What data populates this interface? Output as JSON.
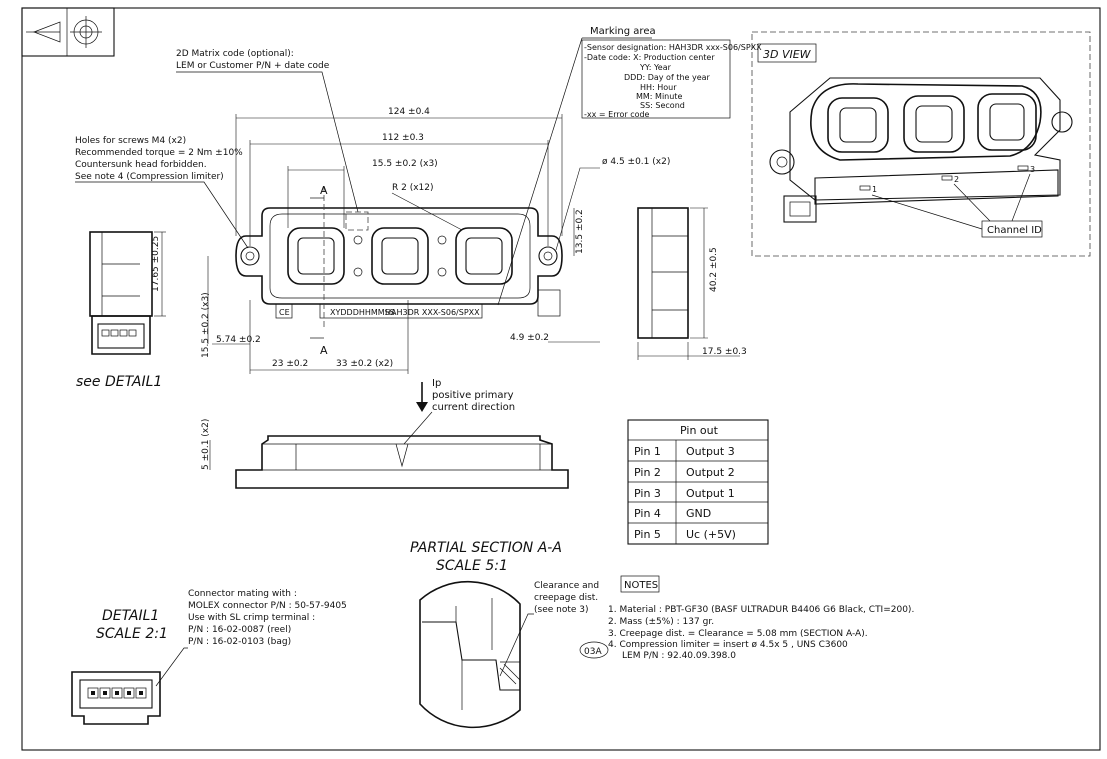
{
  "labels": {
    "matrix_code_1": "2D Matrix code (optional):",
    "matrix_code_2": "LEM or Customer P/N + date code",
    "holes_1": "Holes for screws M4 (x2)",
    "holes_2": "Recommended torque = 2 Nm ±10%",
    "holes_3": "Countersunk head forbidden.",
    "holes_4": "See note 4 (Compression limiter)",
    "marking_area": "Marking area",
    "view_3d": "3D VIEW",
    "channel_id": "Channel ID",
    "see_detail": "see DETAIL1",
    "ip": "Ip",
    "positive_primary": "positive primary",
    "current_direction": "current direction",
    "section_title_1": "PARTIAL SECTION A-A",
    "section_title_2": "SCALE 5:1",
    "detail_title_1": "DETAIL1",
    "detail_title_2": "SCALE 2:1",
    "clearance_1": "Clearance and",
    "clearance_2": "creepage dist.",
    "clearance_3": "(see note 3)",
    "section_marker": "A",
    "ce_mark": "CE",
    "rev_tag": "03A",
    "part_marking": "HAH3DR XXX-S06/SPXX",
    "date_marking": "XYDDDHHMMSS"
  },
  "marking_lines": [
    "-Sensor designation: HAH3DR xxx-S06/SPXX",
    "-Date code:  X: Production center",
    "YY: Year",
    "DDD: Day of the year",
    "HH: Hour",
    "MM: Minute",
    "SS: Second",
    "-xx = Error code"
  ],
  "connector_lines": [
    "Connector mating with :",
    "MOLEX connector P/N : 50-57-9405",
    "Use with SL crimp terminal :",
    "P/N : 16-02-0087 (reel)",
    "P/N : 16-02-0103 (bag)"
  ],
  "dimensions": {
    "d124": "124 ±0.4",
    "d112": "112 ±0.3",
    "d155": "15.5 ±0.2 (x3)",
    "r2": "R 2 (x12)",
    "d45": "ø 4.5 ±0.1 (x2)",
    "d135": "13.5 ±0.2",
    "d1765": "17.65 ±0.25",
    "d155v": "15.5 ±0.2 (x3)",
    "d574": "5.74 ±0.2",
    "d23": "23 ±0.2",
    "d33": "33 ±0.2 (x2)",
    "d49": "4.9 ±0.2",
    "d402": "40.2 ±0.5",
    "d175": "17.5 ±0.3",
    "d5": "5 ±0.1 (x2)"
  },
  "pinout": {
    "title": "Pin out",
    "rows": [
      {
        "pin": "Pin 1",
        "signal": "Output 3"
      },
      {
        "pin": "Pin 2",
        "signal": "Output 2"
      },
      {
        "pin": "Pin 3",
        "signal": "Output 1"
      },
      {
        "pin": "Pin 4",
        "signal": "GND"
      },
      {
        "pin": "Pin 5",
        "signal": "Uc (+5V)"
      }
    ]
  },
  "notes": {
    "title": "NOTES",
    "items": [
      "1. Material : PBT-GF30 (BASF ULTRADUR B4406 G6 Black, CTI=200).",
      "2. Mass (±5%) : 137 gr.",
      "3. Creepage dist. = Clearance = 5.08 mm (SECTION A-A).",
      "4. Compression limiter = insert ø 4.5x 5 , UNS C3600",
      "LEM P/N : 92.40.09.398.0"
    ]
  },
  "channel_numbers": [
    "1",
    "2",
    "3"
  ]
}
